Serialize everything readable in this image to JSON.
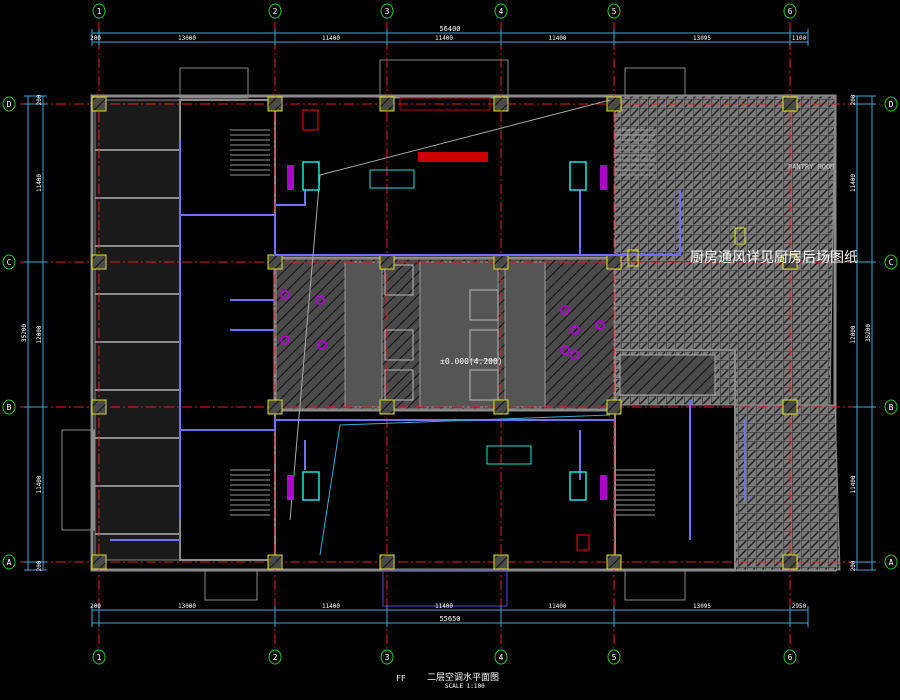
{
  "drawing": {
    "title": "二层空调水平面图",
    "scale": "SCALE 1:100",
    "title_symbol": "FF",
    "kitchen_note": "厨房通风详见厨房后场图纸",
    "core_elevation": "±0.000(4.200)",
    "pantry_label": "PANTRY ROOM"
  },
  "grid": {
    "columns": [
      "1",
      "2",
      "3",
      "4",
      "5",
      "6"
    ],
    "rows": [
      "D",
      "C",
      "B",
      "A"
    ]
  },
  "dimensions": {
    "top_total": "56400",
    "top_segments": [
      "200",
      "13000",
      "11400",
      "11400",
      "11400",
      "13095",
      "1100"
    ],
    "bottom_total": "55650",
    "bottom_segments": [
      "200",
      "13000",
      "11400",
      "11400",
      "11400",
      "13095",
      "2950"
    ],
    "left_total": "35200",
    "left_segments": [
      "200",
      "11400",
      "12000",
      "11400",
      "200"
    ],
    "right_total": "35200",
    "right_segments": [
      "200",
      "11400",
      "12000",
      "11400",
      "200"
    ]
  },
  "colors": {
    "background": "#000000",
    "grid_line": "#e02020",
    "bubble": "#22cc22",
    "dimension": "#3fa9d8",
    "wall": "#8a8a8a",
    "pipe": "#7070ff",
    "fcu": "#b000d0",
    "unit": "#20e0e0",
    "column": "#e0e020"
  }
}
